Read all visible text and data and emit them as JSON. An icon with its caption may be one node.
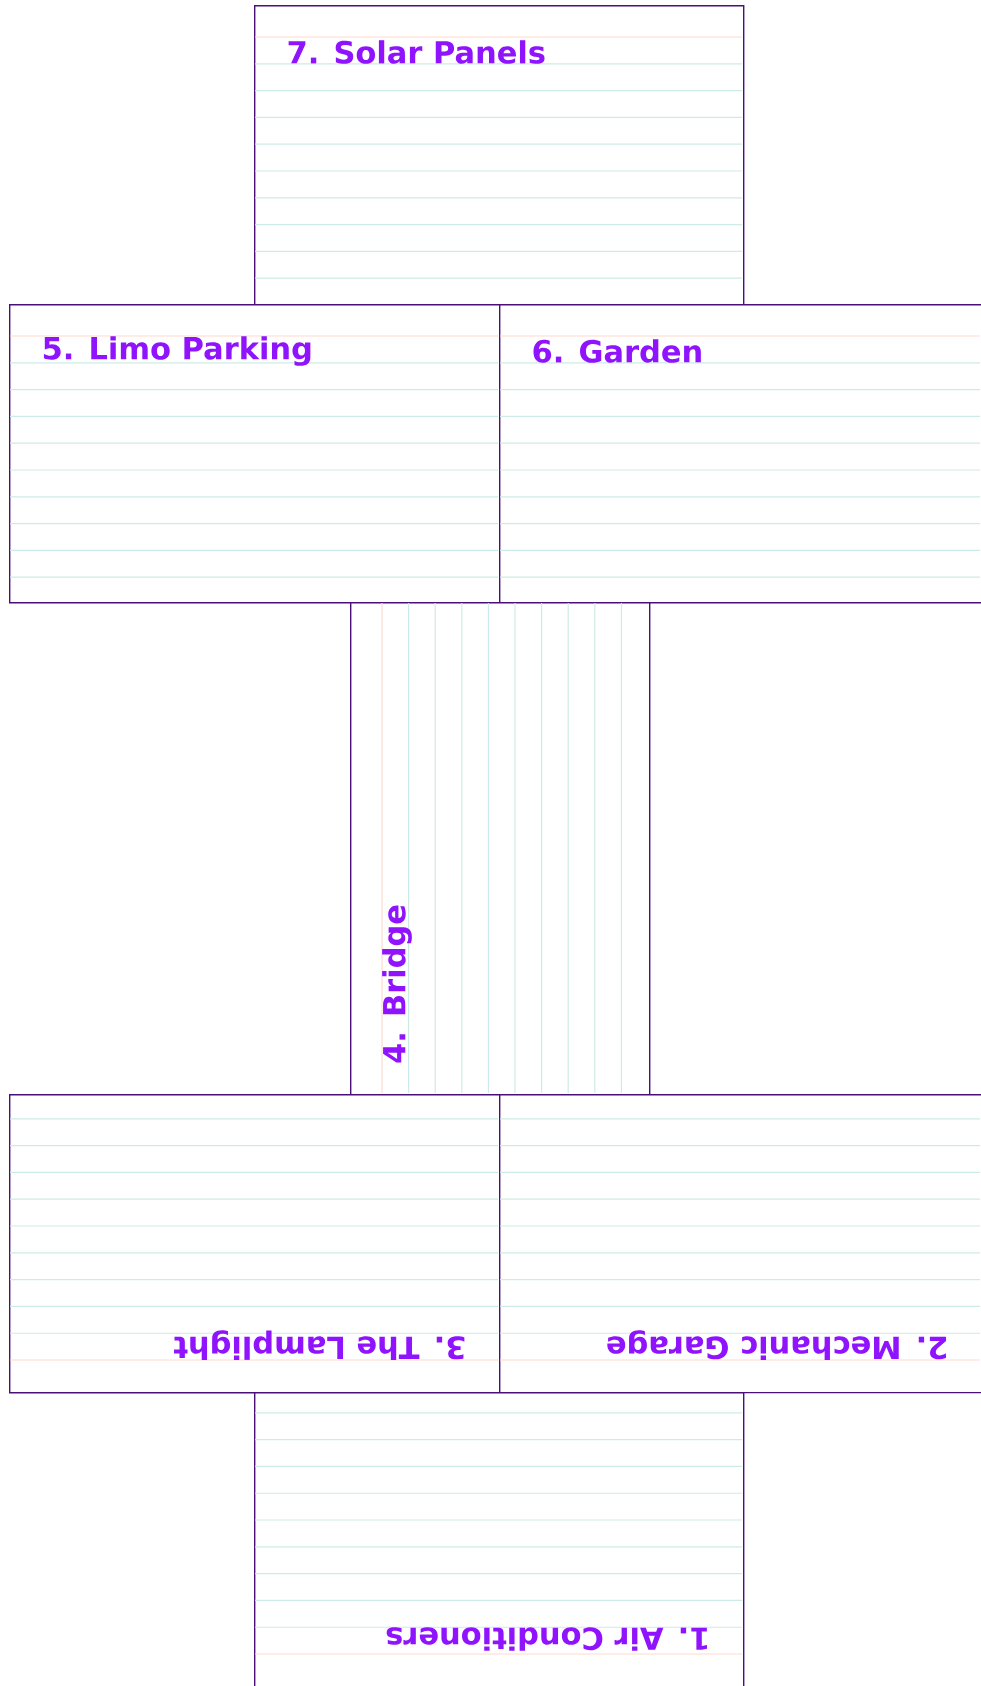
{
  "diagram": {
    "nodes": [
      {
        "text": [
          "7. Solar Panels"
        ]
      },
      {
        "text": [
          "5. Limo Parking"
        ]
      },
      {
        "text": [
          "6. Garden"
        ]
      },
      {
        "text": [
          "4. Bridge"
        ]
      },
      {
        "text": [
          "3. The Lamplight"
        ]
      },
      {
        "text": [
          "2. Mechanic Garage"
        ]
      },
      {
        "text": [
          "1. Air Conditioners"
        ]
      }
    ]
  }
}
